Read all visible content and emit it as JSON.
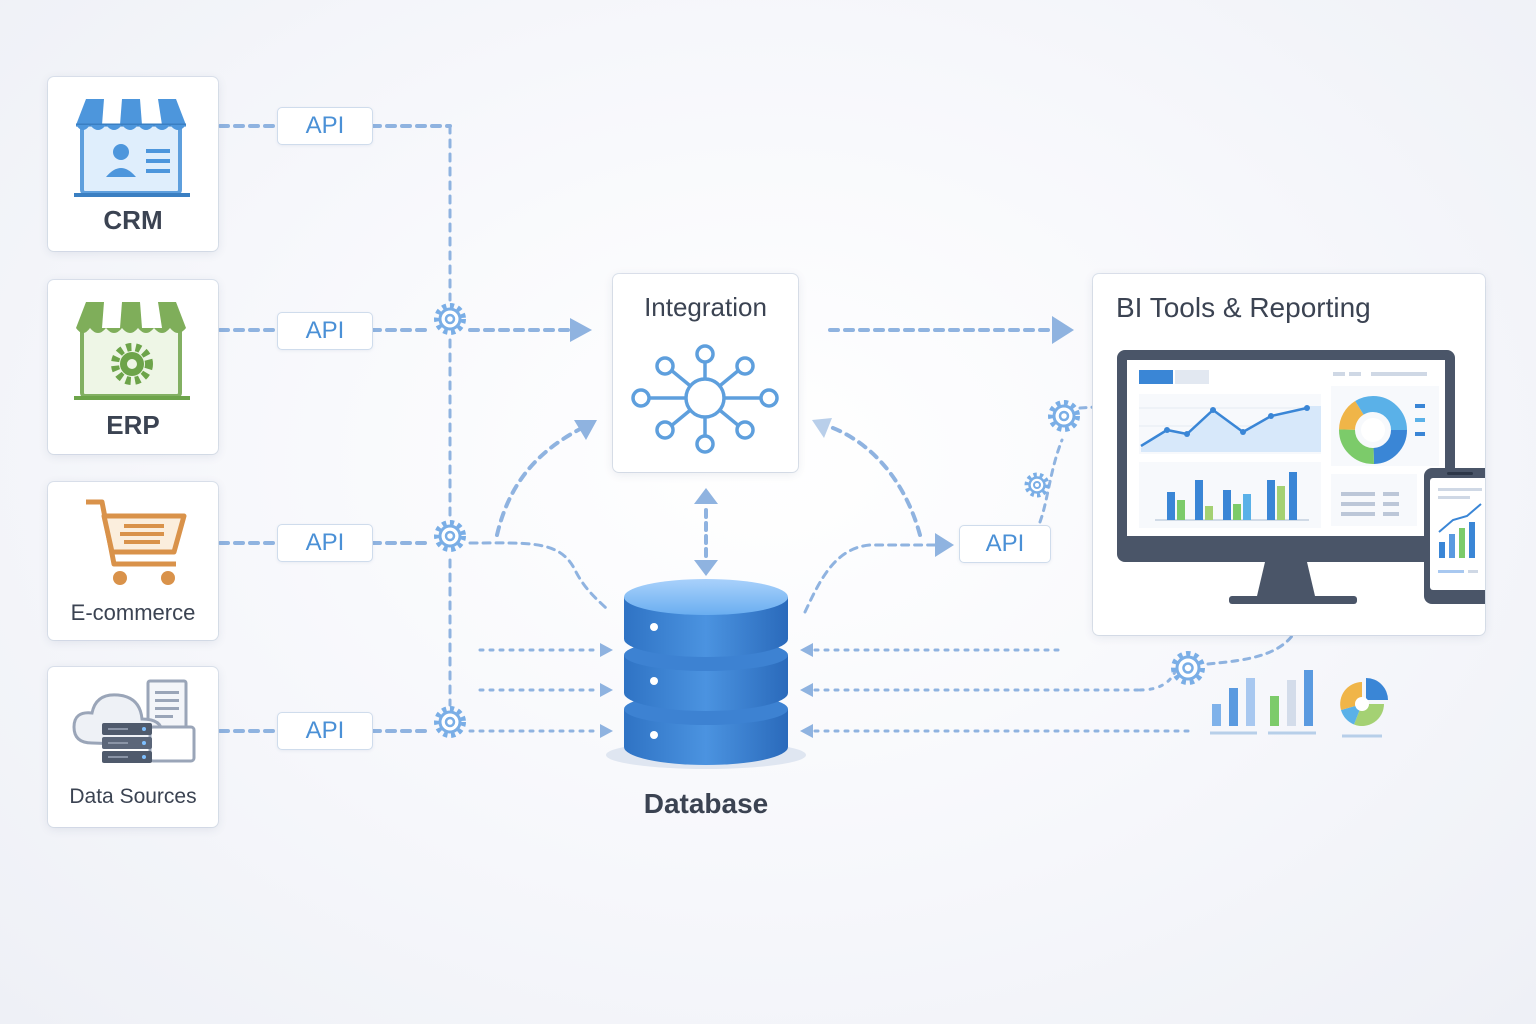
{
  "sources": [
    {
      "label": "CRM",
      "icon": "storefront-crm-icon"
    },
    {
      "label": "ERP",
      "icon": "storefront-gear-icon"
    },
    {
      "label": "E-commerce",
      "icon": "shopping-cart-icon"
    },
    {
      "label": "Data Sources",
      "icon": "cloud-server-document-icon"
    }
  ],
  "api_labels": [
    "API",
    "API",
    "API",
    "API",
    "API"
  ],
  "integration": {
    "title": "Integration",
    "icon": "network-hub-icon"
  },
  "database": {
    "label": "Database",
    "icon": "database-cylinder-icon"
  },
  "bi": {
    "title": "BI Tools & Reporting",
    "icon": "dashboard-monitor-icon"
  },
  "colors": {
    "connector": "#8fb3e0",
    "api_text": "#4a90d6",
    "database": "#3a86d6",
    "crm": "#5ea2dd",
    "erp": "#7fae5a",
    "ecommerce": "#d9924a",
    "chart_green": "#7ccb6a"
  }
}
